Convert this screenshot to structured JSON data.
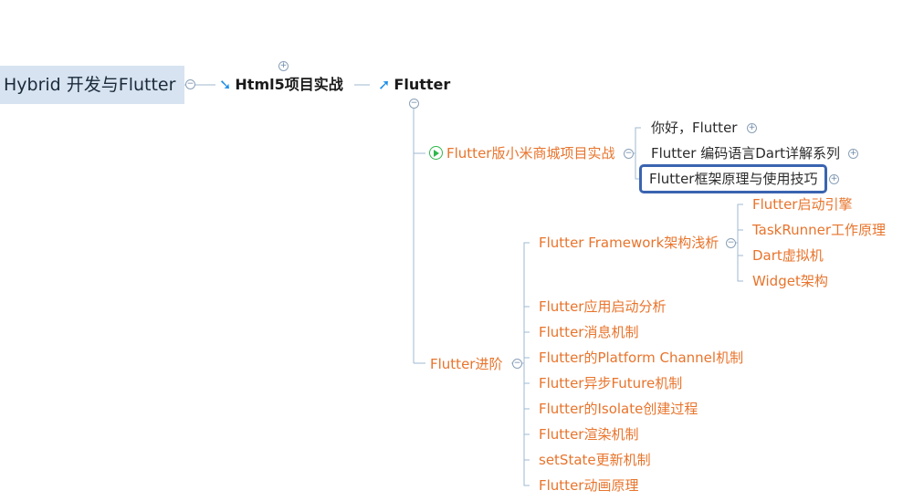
{
  "root": "Hybrid 开发与Flutter",
  "html5": "Html5项目实战",
  "flutter": "Flutter",
  "mall": {
    "label": "Flutter版小米商城项目实战",
    "children": [
      "你好，Flutter",
      "Flutter 编码语言Dart详解系列",
      "Flutter框架原理与使用技巧"
    ]
  },
  "advanced": {
    "label": "Flutter进阶",
    "framework": {
      "label": "Flutter Framework架构浅析",
      "children": [
        "Flutter启动引擎",
        "TaskRunner工作原理",
        "Dart虚拟机",
        "Widget架构"
      ]
    },
    "children": [
      "Flutter应用启动分析",
      "Flutter消息机制",
      "Flutter的Platform Channel机制",
      "Flutter异步Future机制",
      "Flutter的Isolate创建过程",
      "Flutter渲染机制",
      "setState更新机制",
      "Flutter动画原理"
    ]
  },
  "colors": {
    "orange": "#e8742c",
    "selected_border": "#3a64b0",
    "root_bg": "#d7e3f0",
    "line": "#9fb8d0",
    "icon_blue": "#1e8ee8"
  },
  "icons": {
    "html5": "arrow-down-right-icon",
    "flutter": "arrow-up-right-icon",
    "mall": "play-circle-icon"
  }
}
